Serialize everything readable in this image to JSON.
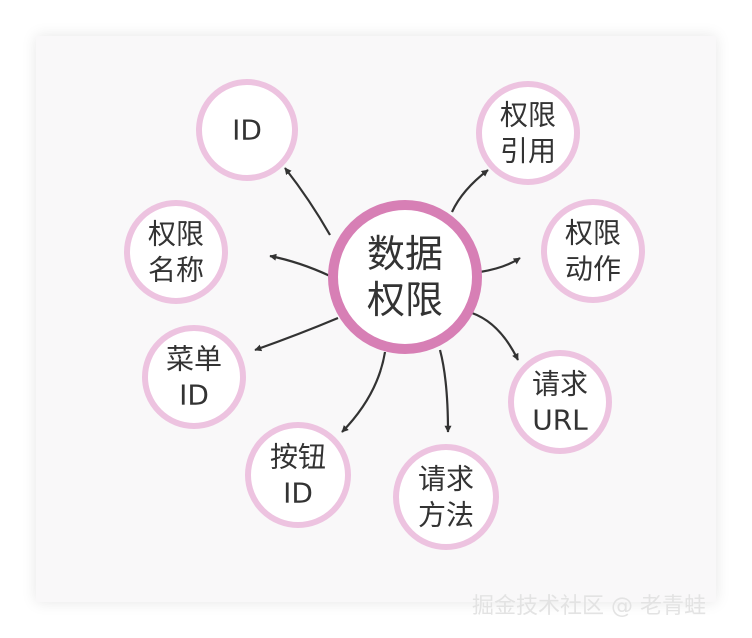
{
  "diagram": {
    "center": {
      "lines": [
        "数据",
        "权限"
      ]
    },
    "nodes": [
      {
        "lines": [
          "ID"
        ]
      },
      {
        "lines": [
          "权限",
          "引用"
        ]
      },
      {
        "lines": [
          "权限",
          "名称"
        ]
      },
      {
        "lines": [
          "权限",
          "动作"
        ]
      },
      {
        "lines": [
          "菜单",
          "ID"
        ]
      },
      {
        "lines": [
          "请求",
          "URL"
        ]
      },
      {
        "lines": [
          "按钮",
          "ID"
        ]
      },
      {
        "lines": [
          "请求",
          "方法"
        ]
      }
    ],
    "colors": {
      "center_ring": "#d77fb5",
      "node_ring": "#edc3e0",
      "arrow": "#333333",
      "text": "#333333"
    }
  },
  "watermark": "掘金技术社区 @ 老青蛙"
}
